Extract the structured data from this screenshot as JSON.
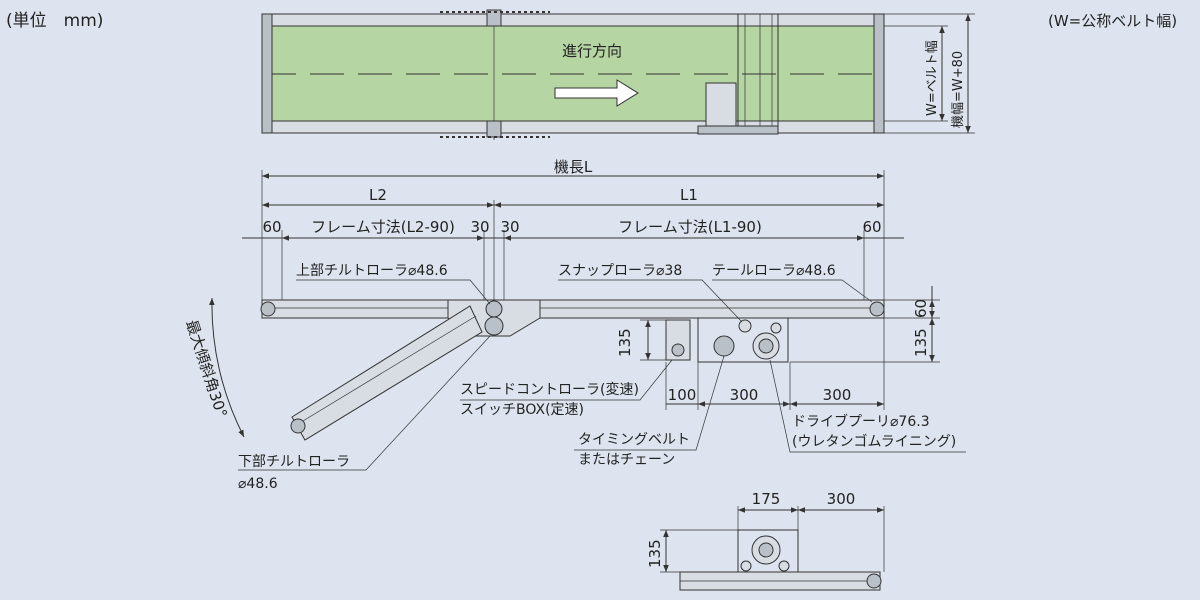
{
  "unit_label": "(単位　mm)",
  "note": "(W=公称ベルト幅)",
  "top_view": {
    "direction": "進行方向",
    "width_belt": "W=ベルト幅",
    "width_machine": "機幅=W+80"
  },
  "dims": {
    "machine_length": "機長L",
    "l2": "L2",
    "l1": "L1",
    "d60_left": "60",
    "frame_l2": "フレーム寸法(L2-90)",
    "d30a": "30",
    "d30b": "30",
    "frame_l1": "フレーム寸法(L1-90)",
    "d60_right": "60",
    "h135_left": "135",
    "h135_right": "135",
    "h60_right": "60",
    "d100": "100",
    "d300_mid": "300",
    "d300_right": "300",
    "angle": "最大傾斜角30°",
    "bottom_175": "175",
    "bottom_300": "300",
    "bottom_135": "135"
  },
  "labels": {
    "upper_tilt_roller": "上部チルトローラ⌀48.6",
    "snap_roller": "スナップローラ⌀38",
    "tail_roller": "テールローラ⌀48.6",
    "speed_controller_1": "スピードコントローラ(変速)",
    "speed_controller_2": "スイッチBOX(定速)",
    "timing_belt_1": "タイミングベルト",
    "timing_belt_2": "またはチェーン",
    "drive_pulley_1": "ドライブプーリ⌀76.3",
    "drive_pulley_2": "(ウレタンゴムライニング)",
    "lower_tilt_roller_1": "下部チルトローラ",
    "lower_tilt_roller_2": "⌀48.6"
  }
}
